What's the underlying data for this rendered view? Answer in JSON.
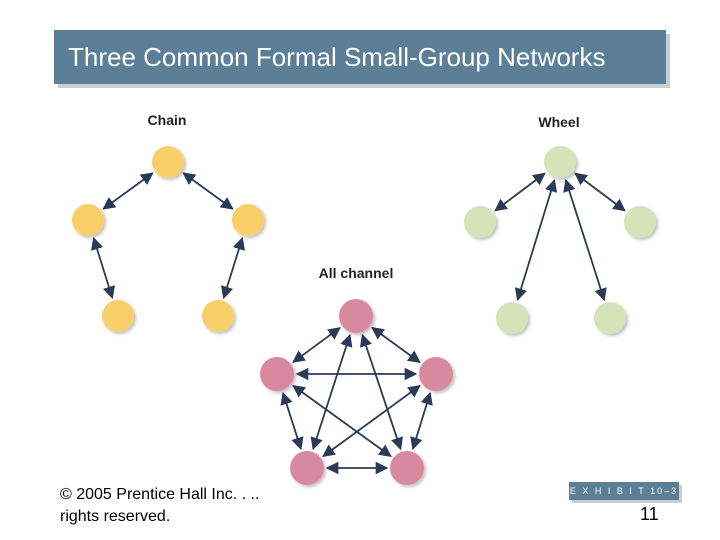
{
  "slide": {
    "title": "Three Common Formal Small-Group Networks",
    "copyright": "© 2005 Prentice Hall Inc. . .. rights reserved.",
    "exhibit": "E X H I B I T 10–3",
    "page_number": "11"
  },
  "diagram": {
    "networks": [
      {
        "id": "chain",
        "label": "Chain",
        "node_color": "#f9cf6b",
        "nodes": 5,
        "edges": [
          [
            0,
            1
          ],
          [
            0,
            2
          ],
          [
            1,
            3
          ],
          [
            2,
            4
          ]
        ]
      },
      {
        "id": "wheel",
        "label": "Wheel",
        "node_color": "#d6e2b8",
        "nodes": 5,
        "edges": [
          [
            0,
            1
          ],
          [
            0,
            2
          ],
          [
            0,
            3
          ],
          [
            0,
            4
          ]
        ]
      },
      {
        "id": "all-channel",
        "label": "All channel",
        "node_color": "#d8899f",
        "nodes": 5,
        "edges": [
          [
            0,
            1
          ],
          [
            0,
            2
          ],
          [
            0,
            3
          ],
          [
            0,
            4
          ],
          [
            1,
            2
          ],
          [
            1,
            3
          ],
          [
            1,
            4
          ],
          [
            2,
            3
          ],
          [
            2,
            4
          ],
          [
            3,
            4
          ]
        ]
      }
    ],
    "colors": {
      "arrow": "#2b3a57",
      "title_bg": "#5b7f96"
    }
  }
}
